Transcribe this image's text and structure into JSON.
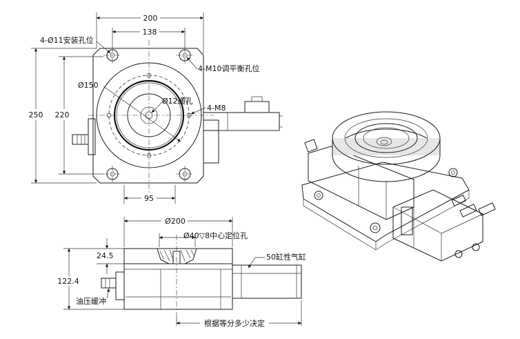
{
  "top_view": {
    "dim_width_outer": "200",
    "dim_width_inner": "138",
    "dim_height_outer": "250",
    "dim_height_inner": "220",
    "dim_offset": "95",
    "label_mount_holes": "4-Ø11安装孔位",
    "label_m10_holes": "4-M10调平衡孔位",
    "label_dia150": "Ø150",
    "label_dia12": "Ø12通孔",
    "label_m8": "4-M8"
  },
  "side_view": {
    "dim_dia200": "Ø200",
    "label_center_hole": "Ø40▽8中心定位孔",
    "dim_24_5": "24.5",
    "dim_122_4": "122.4",
    "label_cylinder": "50缸性气缸",
    "label_oil_buffer": "油压缓冲",
    "label_length_note": "根据等分多少决定"
  }
}
